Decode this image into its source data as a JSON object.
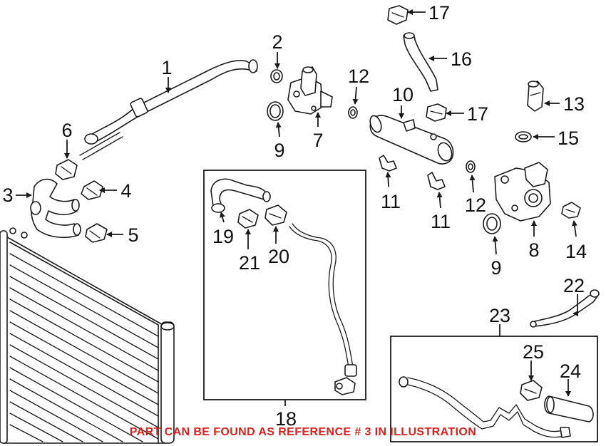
{
  "callouts": {
    "c1": "1",
    "c2": "2",
    "c3": "3",
    "c4": "4",
    "c5": "5",
    "c6": "6",
    "c7": "7",
    "c8": "8",
    "c9a": "9",
    "c9b": "9",
    "c10": "10",
    "c11a": "11",
    "c11b": "11",
    "c12a": "12",
    "c12b": "12",
    "c13": "13",
    "c14": "14",
    "c15": "15",
    "c16": "16",
    "c17a": "17",
    "c17b": "17",
    "c18": "18",
    "c19": "19",
    "c20": "20",
    "c21": "21",
    "c22": "22",
    "c23": "23",
    "c24": "24",
    "c25": "25"
  },
  "caption": {
    "text": "PART CAN BE FOUND AS REFERENCE # 3 IN ILLUSTRATION",
    "color": "#e0201c"
  },
  "colors": {
    "line": "#1a1a1a",
    "background": "#ffffff"
  }
}
